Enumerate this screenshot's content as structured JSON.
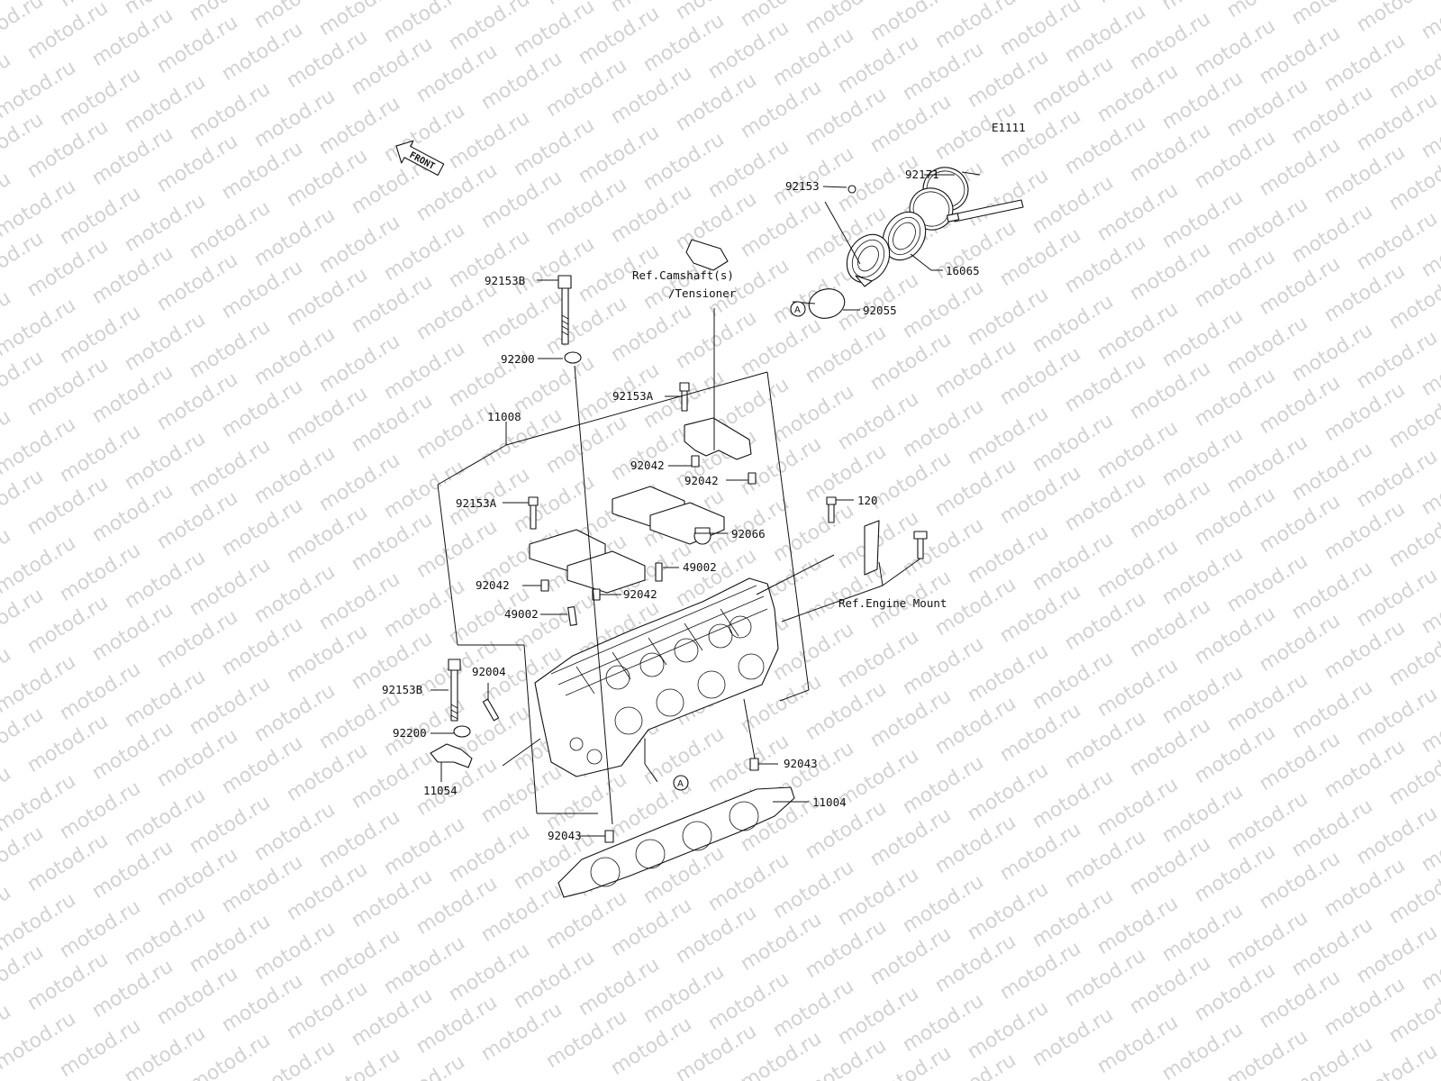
{
  "figure_code": "E1111",
  "watermark_text": "motod.ru",
  "front_label": "FRONT",
  "callouts": {
    "c92171": "92171",
    "c92153_top": "92153",
    "c16065": "16065",
    "c92055": "92055",
    "ref_camshaft_1": "Ref.Camshaft(s)",
    "ref_camshaft_2": "/Tensioner",
    "c92153B_top": "92153B",
    "c92200_top": "92200",
    "c92153A_mid": "92153A",
    "c11008": "11008",
    "c92042_a": "92042",
    "c92042_b": "92042",
    "c92153A_left": "92153A",
    "c120": "120",
    "c92066": "92066",
    "c49002_right": "49002",
    "ref_engine_mount": "Ref.Engine Mount",
    "c92042_c": "92042",
    "c92042_d": "92042",
    "c49002_left": "49002",
    "c92004": "92004",
    "c92153B_bottom": "92153B",
    "c92200_bottom": "92200",
    "c11054": "11054",
    "c92043_right": "92043",
    "c11004": "11004",
    "c92043_bottom": "92043"
  },
  "markers": {
    "a_top": "A",
    "a_bottom": "A"
  }
}
